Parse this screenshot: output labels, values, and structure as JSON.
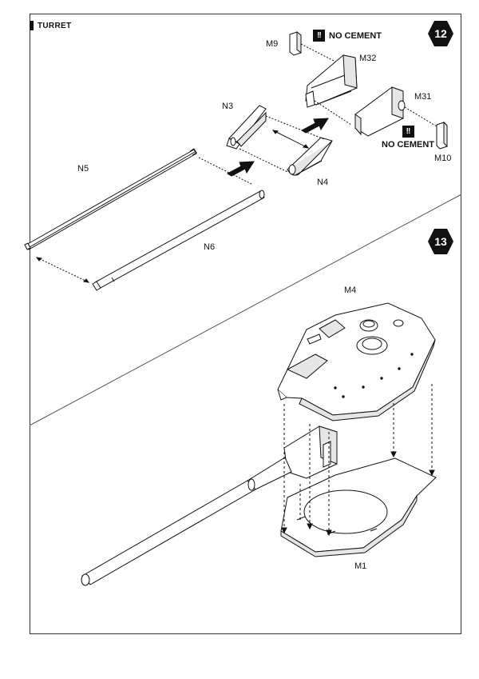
{
  "header": {
    "section_label": "TURRET"
  },
  "steps": {
    "step_a": "12",
    "step_b": "13"
  },
  "parts": {
    "m9": "M9",
    "m32": "M32",
    "m31": "M31",
    "m10": "M10",
    "n3": "N3",
    "n4": "N4",
    "n5": "N5",
    "n6": "N6",
    "m4": "M4",
    "m1": "M1"
  },
  "warnings": {
    "mark": "!!",
    "text_top": "NO CEMENT",
    "text_right": "NO CEMENT"
  },
  "colors": {
    "ink": "#111111",
    "fill": "#ffffff",
    "shade": "#e6e6e6",
    "frame": "#333333"
  },
  "icons": {
    "hex_badge": "hexagon-step-badge",
    "arrow": "assembly-arrow-icon"
  }
}
